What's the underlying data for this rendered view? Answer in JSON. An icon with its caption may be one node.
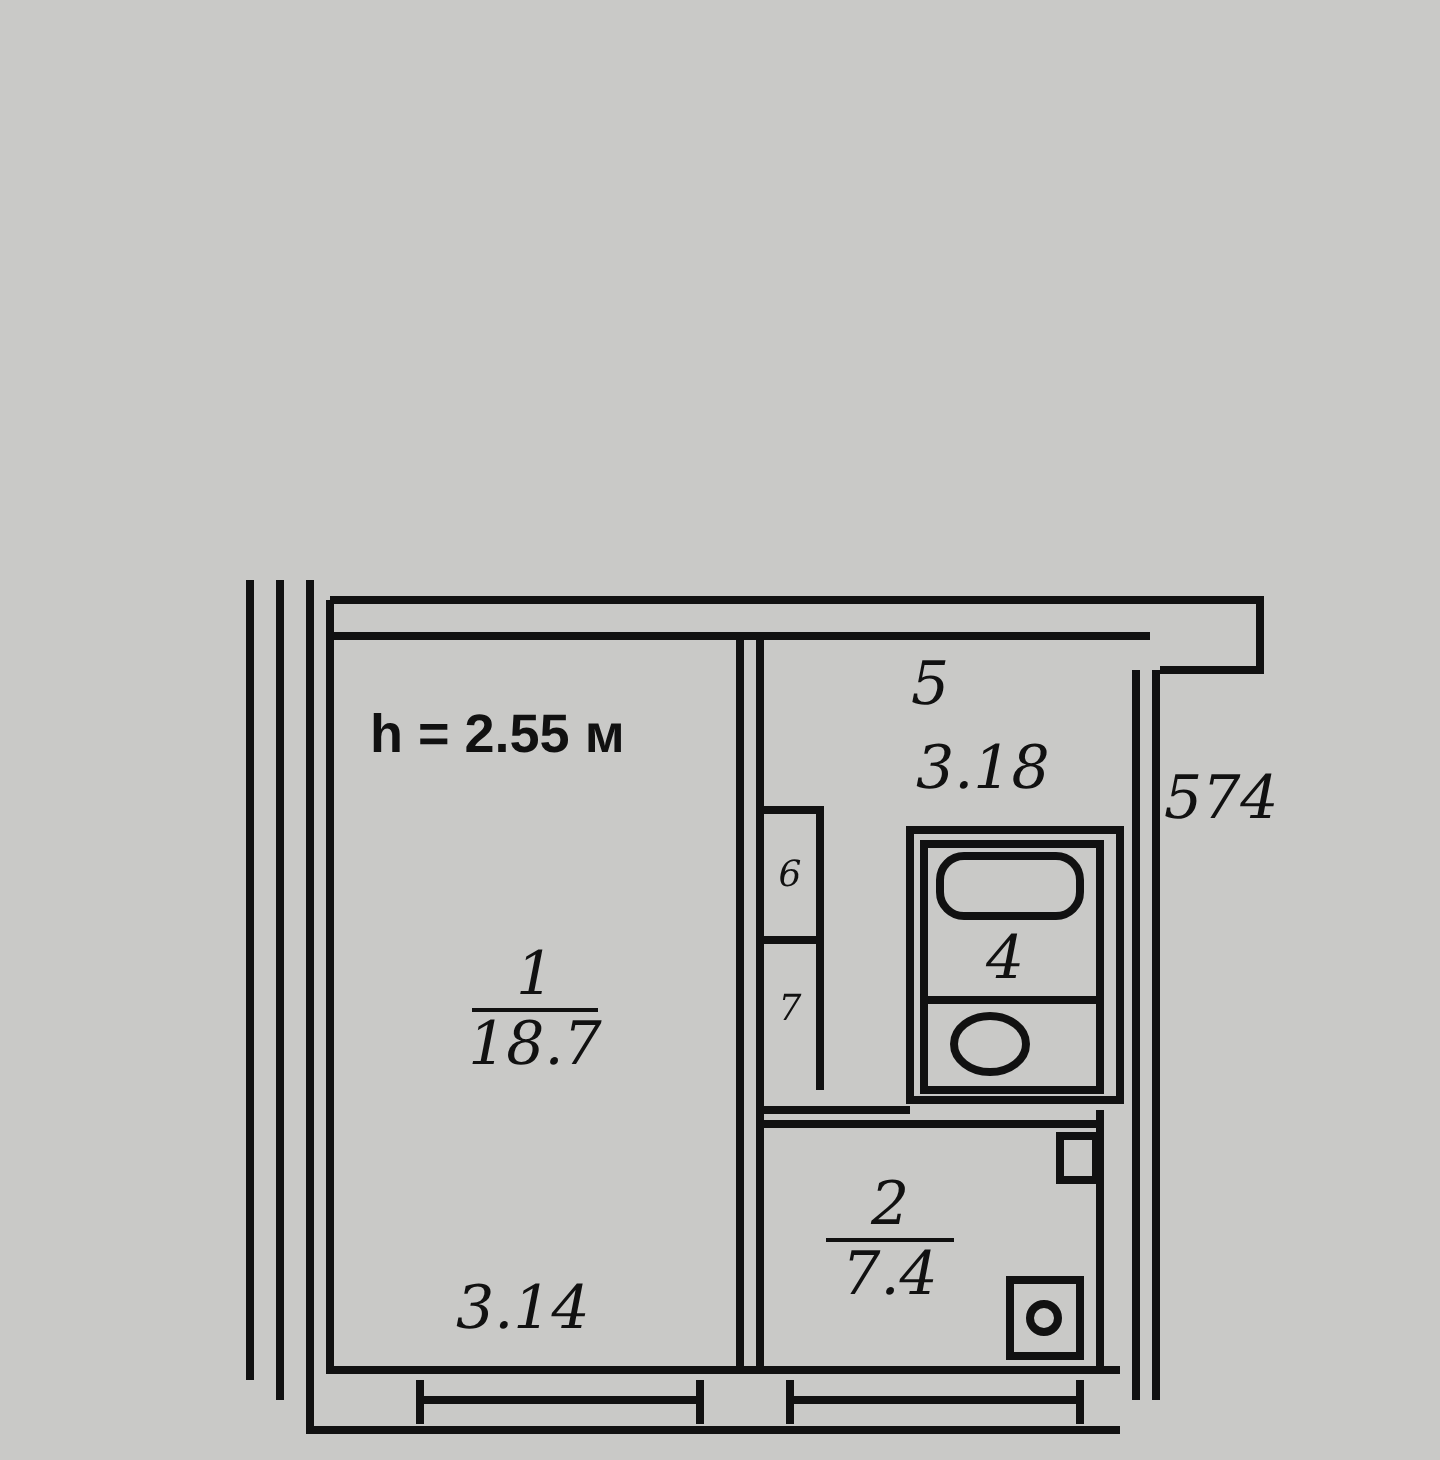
{
  "diagram": {
    "nodes": [
      {
        "text": [
          "1",
          "18.7"
        ]
      },
      {
        "text": [
          "5"
        ]
      },
      {
        "text": [
          "6"
        ]
      },
      {
        "text": [
          "7"
        ]
      },
      {
        "text": [
          "4"
        ]
      },
      {
        "text": [
          "2",
          "7.4"
        ]
      }
    ],
    "labels": [
      "h = 2.55 м",
      "3.18",
      "574",
      "3.14"
    ]
  }
}
